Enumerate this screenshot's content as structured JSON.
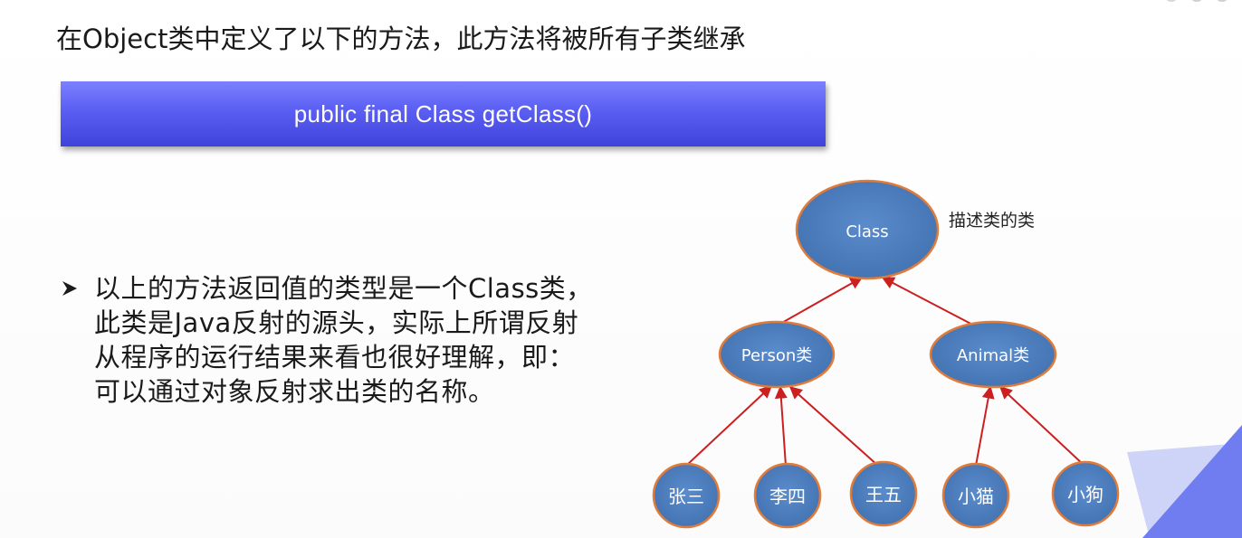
{
  "slide": {
    "title": "在Object类中定义了以下的方法，此方法将被所有子类继承",
    "code": "public final Class getClass()",
    "bullet": "以上的方法返回值的类型是一个Class类，此类是Java反射的源头，实际上所谓反射从程序的运行结果来看也很好理解，即：可以通过对象反射求出类的名称。",
    "annotation": "描述类的类"
  },
  "diagram": {
    "nodes": {
      "root": "Class",
      "person": "Person类",
      "animal": "Animal类",
      "zhangsan": "张三",
      "lisi": "李四",
      "wangwu": "王五",
      "cat": "小猫",
      "dog": "小狗"
    }
  },
  "colors": {
    "node_fill": "#4e7fbf",
    "node_stroke": "#e07b3a",
    "edge": "#cc1f1f",
    "banner": "#5a5ef2",
    "accent_corner": "#6f7df0"
  }
}
